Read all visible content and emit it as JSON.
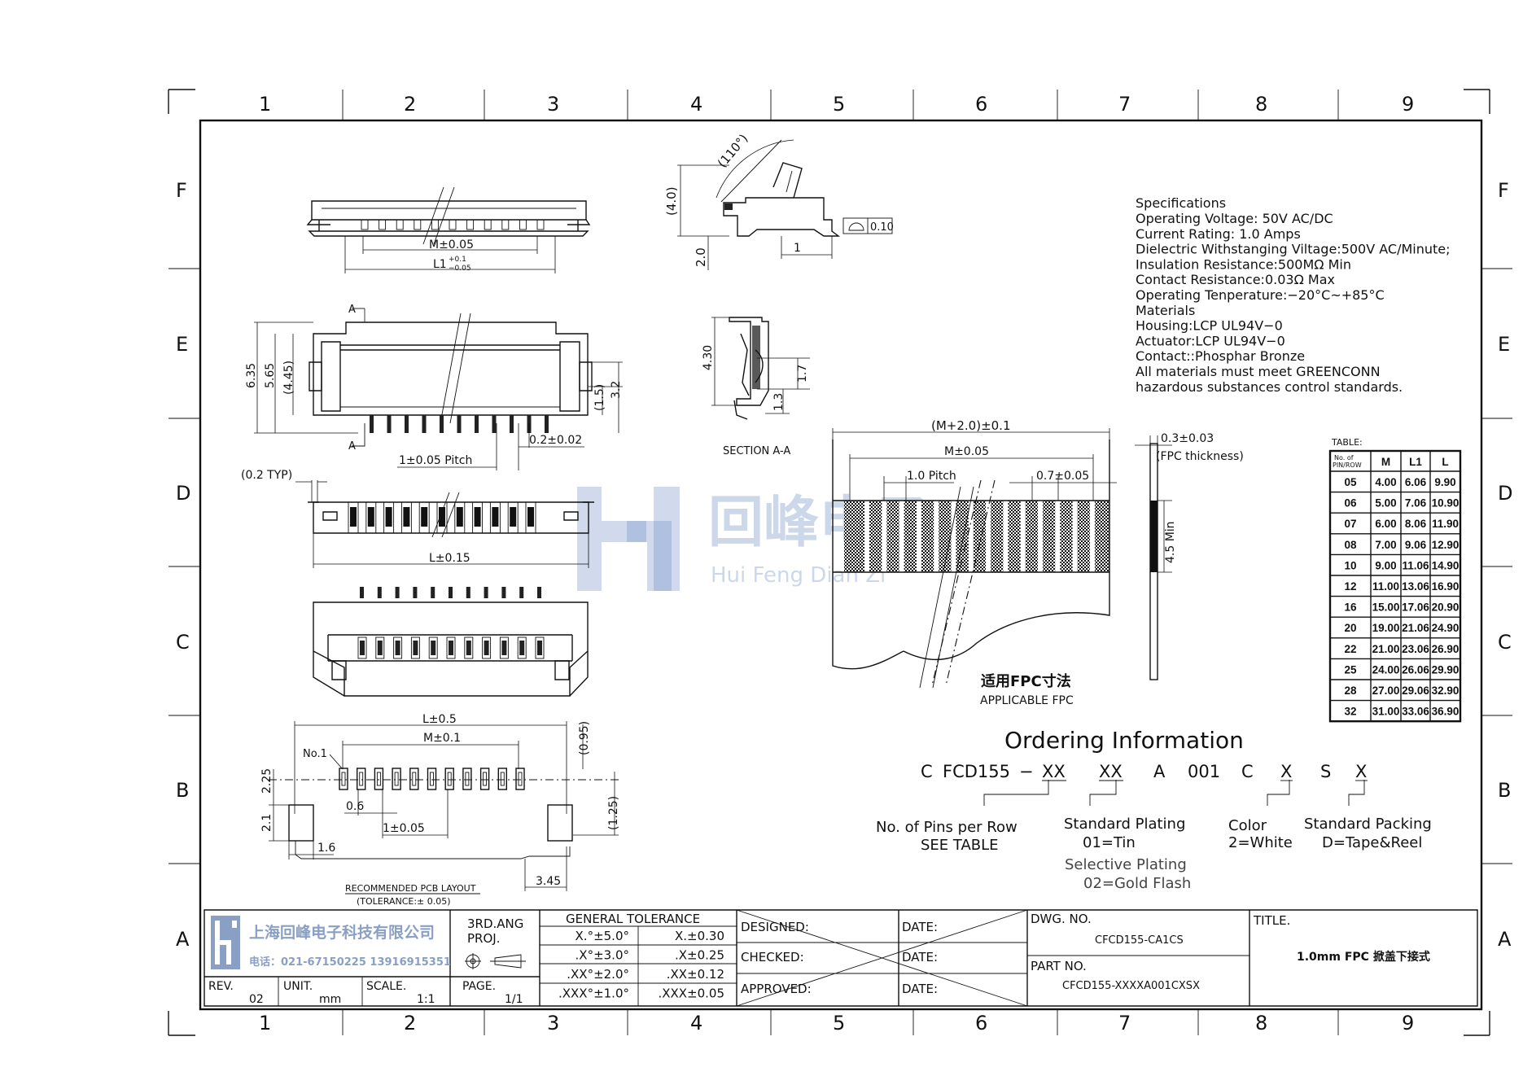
{
  "zones": {
    "columns": [
      "1",
      "2",
      "3",
      "4",
      "5",
      "6",
      "7",
      "8",
      "9"
    ],
    "rows": [
      "F",
      "E",
      "D",
      "C",
      "B",
      "A"
    ]
  },
  "specifications": {
    "heading": "Specifications",
    "lines": [
      "Operating Voltage: 50V AC/DC",
      "Current Rating: 1.0 Amps",
      "Dielectric Withstanging Viltage:500V AC/Minute;",
      "Insulation Resistance:500MΩ Min",
      "Contact Resistance:0.03Ω Max",
      "Operating Tenperature:−20°C~+85°C",
      "Materials",
      "Housing:LCP UL94V−0",
      "Actuator:LCP UL94V−0",
      "Contact::Phosphar Bronze",
      "All materials must meet GREENCONN",
      "hazardous substances control standards."
    ]
  },
  "dimension_table": {
    "caption": "TABLE:",
    "headers": [
      "No. of PIN/ROW",
      "M",
      "L1",
      "L"
    ],
    "rows": [
      [
        "05",
        "4.00",
        "6.06",
        "9.90"
      ],
      [
        "06",
        "5.00",
        "7.06",
        "10.90"
      ],
      [
        "07",
        "6.00",
        "8.06",
        "11.90"
      ],
      [
        "08",
        "7.00",
        "9.06",
        "12.90"
      ],
      [
        "10",
        "9.00",
        "11.06",
        "14.90"
      ],
      [
        "12",
        "11.00",
        "13.06",
        "16.90"
      ],
      [
        "16",
        "15.00",
        "17.06",
        "20.90"
      ],
      [
        "20",
        "19.00",
        "21.06",
        "24.90"
      ],
      [
        "22",
        "21.00",
        "23.06",
        "26.90"
      ],
      [
        "25",
        "24.00",
        "26.06",
        "29.90"
      ],
      [
        "28",
        "27.00",
        "29.06",
        "32.90"
      ],
      [
        "32",
        "31.00",
        "33.06",
        "36.90"
      ]
    ]
  },
  "dimensions": {
    "top_view": {
      "m": "M±0.05",
      "l1": "L1",
      "l1_tol_plus": "+0.1",
      "l1_tol_minus": "−0.05"
    },
    "side_view": {
      "angle": "(110°)",
      "h4": "(4.0)",
      "h2": "2.0",
      "w1": "1",
      "flatness": "0.10"
    },
    "front_view": {
      "d635": "6.35",
      "d565": "5.65",
      "d445": "(4.45)",
      "d15": "(1.5)",
      "d32": "3.2",
      "pitch": "1±0.05 Pitch",
      "pin_w": "0.2±0.02",
      "section_mark": "A"
    },
    "section": {
      "d430": "4.30",
      "d17": "1.7",
      "d13": "1.3",
      "label": "SECTION A-A"
    },
    "bottom_view": {
      "typ": "(0.2 TYP)",
      "l": "L±0.15"
    },
    "pcb_layout": {
      "l": "L±0.5",
      "m": "M±0.1",
      "no1": "No.1",
      "d095": "(0.95)",
      "d225": "2.25",
      "d06": "0.6",
      "d1": "1±0.05",
      "d125": "(1.25)",
      "d21": "2.1",
      "d16": "1.6",
      "d345": "3.45",
      "caption": "RECOMMENDED PCB LAYOUT",
      "tolerance": "(TOLERANCE:± 0.05)"
    },
    "fpc": {
      "total": "(M+2.0)±0.1",
      "m": "M±0.05",
      "pitch": "1.0 Pitch",
      "width": "0.7±0.05",
      "thickness": "0.3±0.03",
      "thickness_label": "(FPC thickness)",
      "min": "4.5 Min",
      "title_cn": "适用FPC寸法",
      "title_en": "APPLICABLE FPC"
    }
  },
  "ordering": {
    "title": "Ordering Information",
    "code": [
      "C",
      "FCD155",
      "−",
      "XX",
      "XX",
      "A",
      "001",
      "C",
      "X",
      "S",
      "X"
    ],
    "pins_label": "No. of Pins per Row",
    "pins_sub": "SEE TABLE",
    "plating_label": "Standard Plating",
    "plating_sub": "01=Tin",
    "selective_label": "Selective Plating",
    "selective_sub": "02=Gold Flash",
    "color_label": "Color",
    "color_sub": "2=White",
    "packing_label": "Standard Packing",
    "packing_sub": "D=Tape&Reel"
  },
  "title_block": {
    "company_cn": "上海回峰电子科技有限公司",
    "phone": "电话：021-67150225   13916915351",
    "projection": "3RD.ANG",
    "projection2": "PROJ.",
    "general_tolerance": "GENERAL TOLERANCE",
    "tol_left": [
      "X.°±5.0°",
      ".X°±3.0°",
      ".XX°±2.0°",
      ".XXX°±1.0°"
    ],
    "tol_right": [
      "X.±0.30",
      ".X±0.25",
      ".XX±0.12",
      ".XXX±0.05"
    ],
    "designed": "DESIGNED:",
    "checked": "CHECKED:",
    "approved": "APPROVED:",
    "date": "DATE:",
    "dwg_no_label": "DWG. NO.",
    "dwg_no": "CFCD155-CA1CS",
    "part_no_label": "PART NO.",
    "part_no": "CFCD155-XXXXA001CXSX",
    "title_label": "TITLE.",
    "title": "1.0mm FPC 掀盖下接式",
    "rev_label": "REV.",
    "rev": "02",
    "unit_label": "UNIT.",
    "unit": "mm",
    "scale_label": "SCALE.",
    "scale": "1:1",
    "page_label": "PAGE.",
    "page": "1/1"
  },
  "watermark": {
    "cn": "回峰电子",
    "en": "Hui Feng Dian Zi"
  }
}
